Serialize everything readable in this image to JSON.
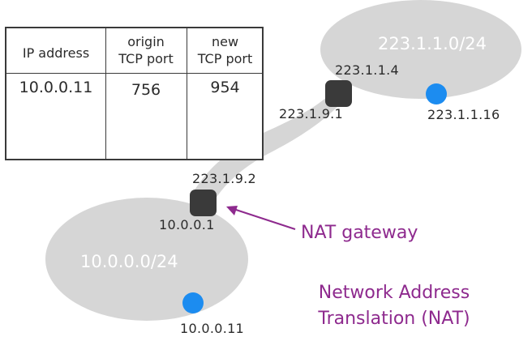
{
  "diagram": {
    "nat_table": {
      "headers": [
        [
          "IP address"
        ],
        [
          "origin",
          "TCP port"
        ],
        [
          "new",
          "TCP port"
        ]
      ],
      "rows": [
        [
          "10.0.0.11",
          "756",
          "954"
        ]
      ]
    },
    "networks": {
      "public": {
        "subnet": "223.1.1.0/24",
        "router_addr": "223.1.1.4",
        "host_addr": "223.1.1.16"
      },
      "link": {
        "public_router_addr": "223.1.9.1",
        "nat_router_addr": "223.1.9.2"
      },
      "private": {
        "subnet": "10.0.0.0/24",
        "router_addr": "10.0.0.1",
        "host_addr": "10.0.0.11"
      }
    },
    "nat_gateway_label": "NAT gateway",
    "caption": [
      "Network Address",
      "Translation (NAT)"
    ],
    "colors": {
      "network": "#d6d6d6",
      "router": "#3a3a3a",
      "host": "#1c8cf0",
      "accent": "#8e2a8e",
      "text": "#2b2b2b"
    }
  }
}
